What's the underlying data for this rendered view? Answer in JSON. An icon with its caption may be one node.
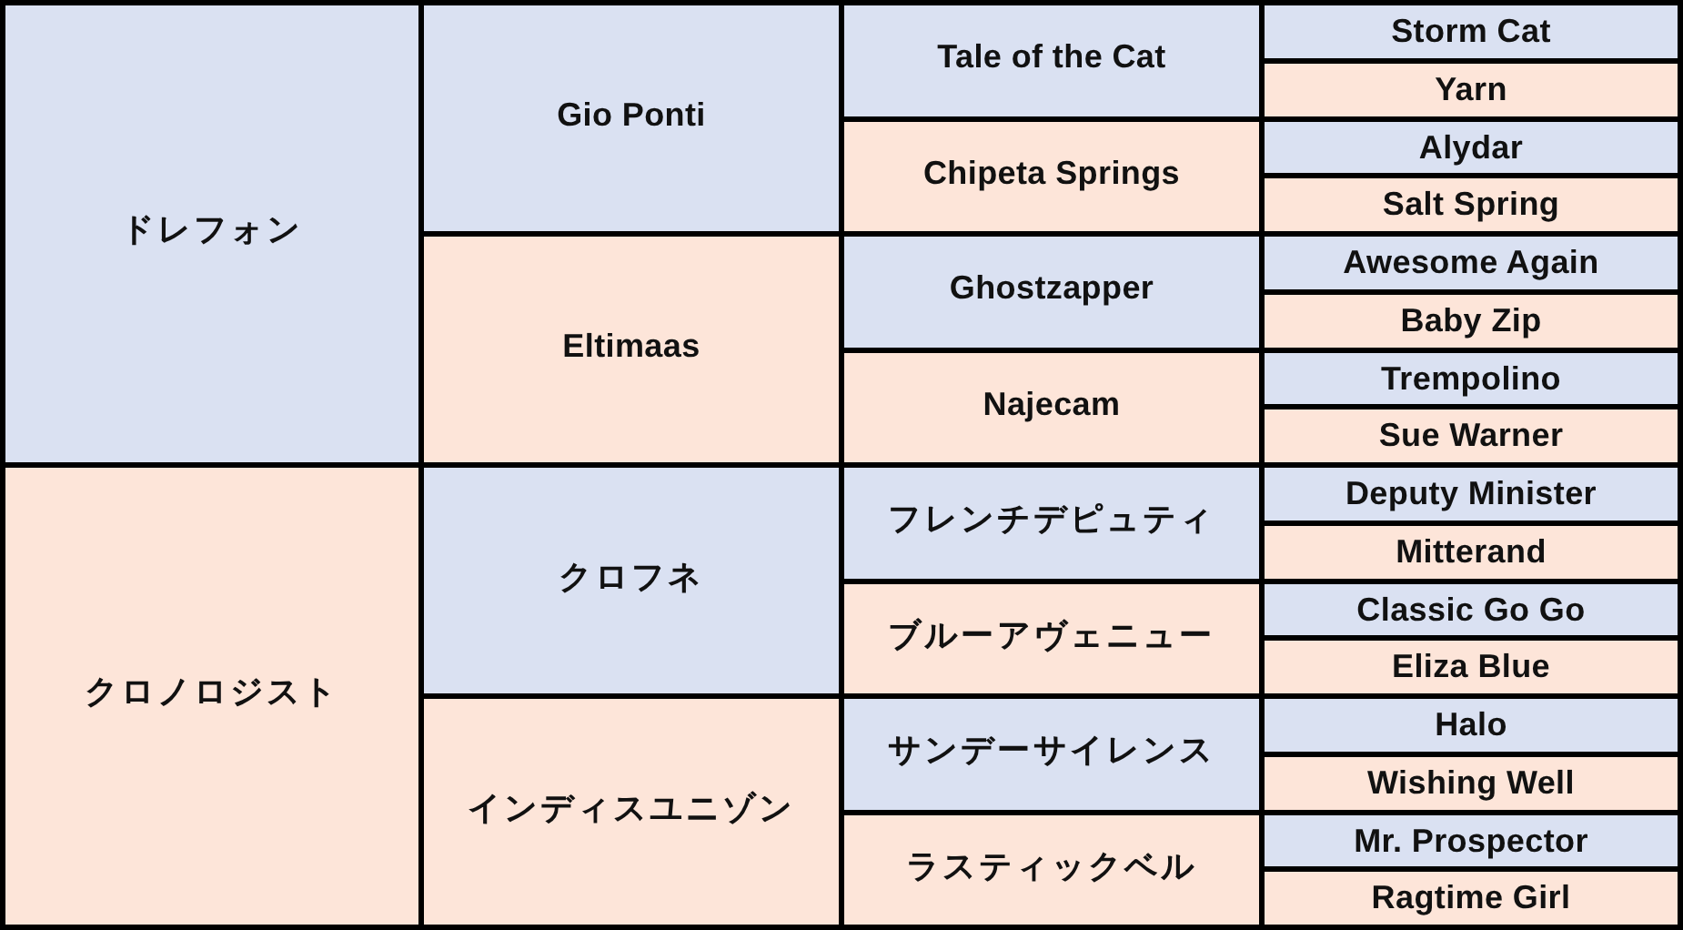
{
  "diagram": {
    "nodes": [
      {
        "text": [
          "ドレフォン"
        ]
      },
      {
        "text": [
          "Gio Ponti"
        ]
      },
      {
        "text": [
          "Tale of the Cat"
        ]
      },
      {
        "text": [
          "Storm Cat"
        ]
      },
      {
        "text": [
          "Yarn"
        ]
      },
      {
        "text": [
          "Chipeta Springs"
        ]
      },
      {
        "text": [
          "Alydar"
        ]
      },
      {
        "text": [
          "Salt Spring"
        ]
      },
      {
        "text": [
          "Eltimaas"
        ]
      },
      {
        "text": [
          "Ghostzapper"
        ]
      },
      {
        "text": [
          "Awesome Again"
        ]
      },
      {
        "text": [
          "Baby Zip"
        ]
      },
      {
        "text": [
          "Najecam"
        ]
      },
      {
        "text": [
          "Trempolino"
        ]
      },
      {
        "text": [
          "Sue Warner"
        ]
      },
      {
        "text": [
          "クロノロジスト"
        ]
      },
      {
        "text": [
          "クロフネ"
        ]
      },
      {
        "text": [
          "フレンチデピュティ"
        ]
      },
      {
        "text": [
          "Deputy Minister"
        ]
      },
      {
        "text": [
          "Mitterand"
        ]
      },
      {
        "text": [
          "ブルーアヴェニュー"
        ]
      },
      {
        "text": [
          "Classic Go Go"
        ]
      },
      {
        "text": [
          "Eliza Blue"
        ]
      },
      {
        "text": [
          "インディスユニゾン"
        ]
      },
      {
        "text": [
          "サンデーサイレンス"
        ]
      },
      {
        "text": [
          "Halo"
        ]
      },
      {
        "text": [
          "Wishing Well"
        ]
      },
      {
        "text": [
          "ラスティックベル"
        ]
      },
      {
        "text": [
          "Mr. Prospector"
        ]
      },
      {
        "text": [
          "Ragtime Girl"
        ]
      }
    ]
  }
}
